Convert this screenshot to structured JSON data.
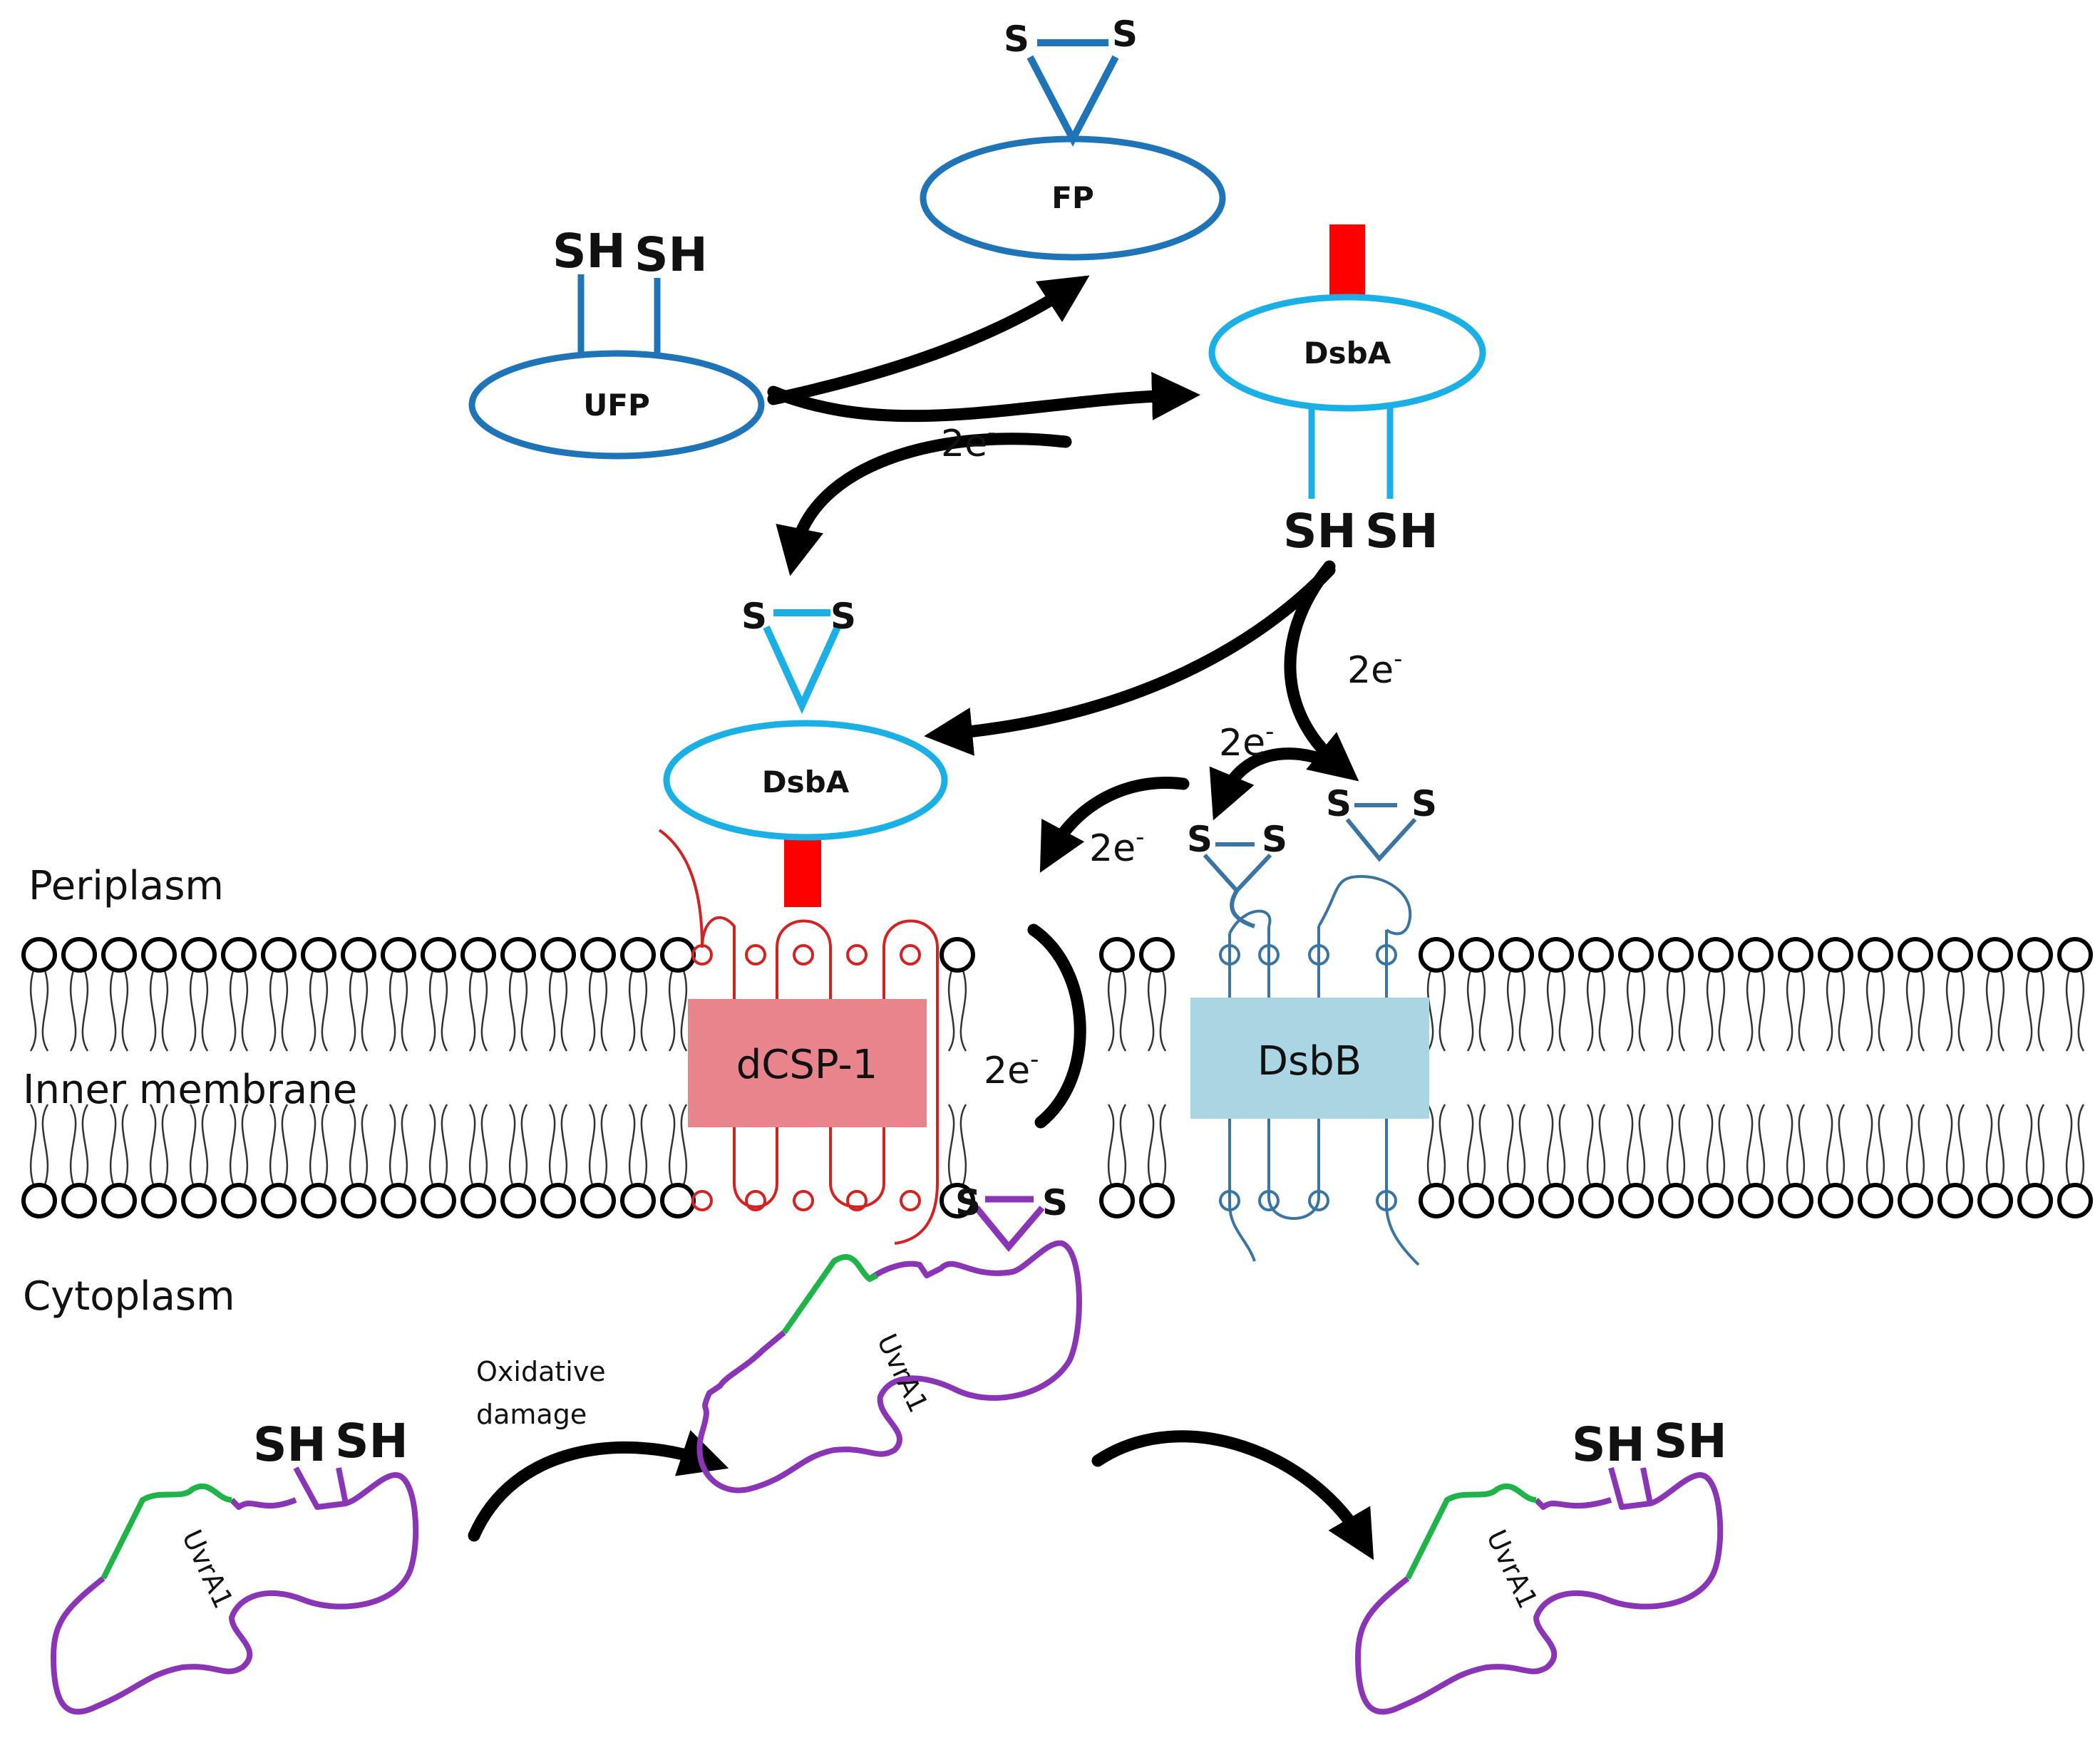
{
  "regions": {
    "periplasm": "Periplasm",
    "inner_membrane": "Inner membrane",
    "cytoplasm": "Cytoplasm"
  },
  "labels": {
    "fp": "FP",
    "ufp": "UFP",
    "dsba_reduced": "DsbA",
    "dsba_oxidized": "DsbA",
    "dcsp": "dCSP-1",
    "dsbb": "DsbB",
    "uvra1_left": "UvrA1",
    "uvra1_center": "UvrA1",
    "uvra1_right": "UvrA1",
    "oxidative_line1": "Oxidative",
    "oxidative_line2": "damage"
  },
  "thiols": {
    "s": "S",
    "sh": "SH"
  },
  "electrons": {
    "base": "2e",
    "sup": "-"
  },
  "colors": {
    "dark_blue": "#1f74b8",
    "light_blue": "#1ab0e6",
    "red": "#ff0000",
    "dcsp_red": "#d42222",
    "dcsp_box": "#e8848c",
    "dsbb_box": "#a9d6e2",
    "dsbb_strand": "#3a74a3",
    "purple": "#8a35b6",
    "green": "#1fb34a",
    "arrow": "#000000"
  }
}
